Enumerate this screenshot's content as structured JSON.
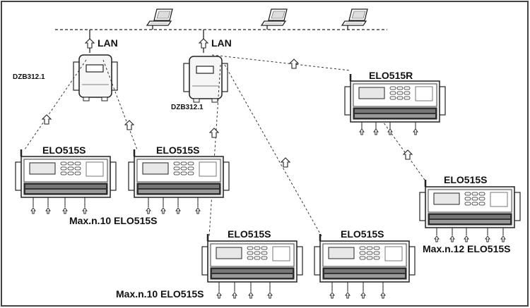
{
  "labels": {
    "lan": "LAN",
    "gateway_model": "DZB312.1",
    "repeater_model": "ELO515R",
    "node_model": "ELO515S",
    "max10": "Max.n.10 ELO515S",
    "max12": "Max.n.12 ELO515S"
  },
  "icons": {
    "pc": "laptop-icon",
    "signal": "wireless-arrow-icon",
    "io": "up-arrow-icon"
  },
  "colors": {
    "line": "#222222",
    "device_fill": "#f2f2f2",
    "frame": "#444444"
  }
}
